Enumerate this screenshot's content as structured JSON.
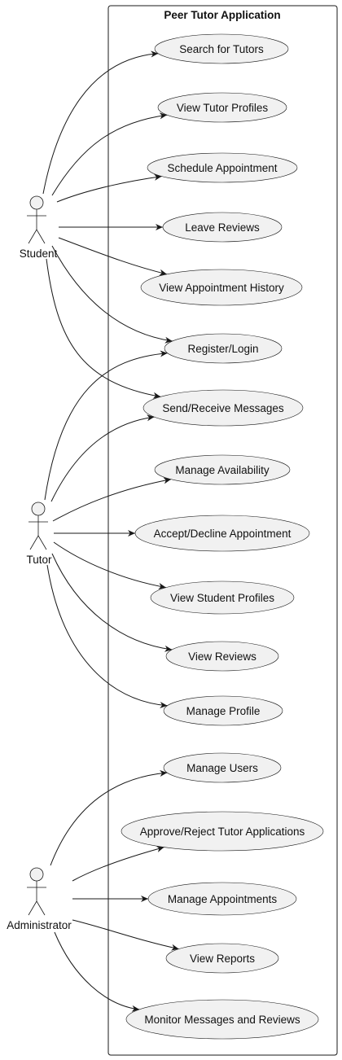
{
  "diagram": {
    "title": "Peer Tutor Application",
    "actors": [
      {
        "id": "student",
        "label": "Student"
      },
      {
        "id": "tutor",
        "label": "Tutor"
      },
      {
        "id": "admin",
        "label": "Administrator"
      }
    ],
    "use_cases": [
      {
        "id": "search_tutors",
        "label": "Search for Tutors"
      },
      {
        "id": "view_tutor_profiles",
        "label": "View Tutor Profiles"
      },
      {
        "id": "schedule_appointment",
        "label": "Schedule Appointment"
      },
      {
        "id": "leave_reviews",
        "label": "Leave Reviews"
      },
      {
        "id": "view_appointment_history",
        "label": "View Appointment History"
      },
      {
        "id": "register_login",
        "label": "Register/Login"
      },
      {
        "id": "send_receive_messages",
        "label": "Send/Receive Messages"
      },
      {
        "id": "manage_availability",
        "label": "Manage Availability"
      },
      {
        "id": "accept_decline_appointment",
        "label": "Accept/Decline Appointment"
      },
      {
        "id": "view_student_profiles",
        "label": "View Student Profiles"
      },
      {
        "id": "view_reviews",
        "label": "View Reviews"
      },
      {
        "id": "manage_profile",
        "label": "Manage Profile"
      },
      {
        "id": "manage_users",
        "label": "Manage Users"
      },
      {
        "id": "approve_reject_tutor_applications",
        "label": "Approve/Reject Tutor Applications"
      },
      {
        "id": "manage_appointments",
        "label": "Manage Appointments"
      },
      {
        "id": "view_reports",
        "label": "View Reports"
      },
      {
        "id": "monitor_messages_reviews",
        "label": "Monitor Messages and Reviews"
      }
    ],
    "associations": [
      {
        "from": "student",
        "to": "search_tutors"
      },
      {
        "from": "student",
        "to": "view_tutor_profiles"
      },
      {
        "from": "student",
        "to": "schedule_appointment"
      },
      {
        "from": "student",
        "to": "leave_reviews"
      },
      {
        "from": "student",
        "to": "view_appointment_history"
      },
      {
        "from": "student",
        "to": "register_login"
      },
      {
        "from": "student",
        "to": "send_receive_messages"
      },
      {
        "from": "tutor",
        "to": "register_login"
      },
      {
        "from": "tutor",
        "to": "send_receive_messages"
      },
      {
        "from": "tutor",
        "to": "manage_availability"
      },
      {
        "from": "tutor",
        "to": "accept_decline_appointment"
      },
      {
        "from": "tutor",
        "to": "view_student_profiles"
      },
      {
        "from": "tutor",
        "to": "view_reviews"
      },
      {
        "from": "tutor",
        "to": "manage_profile"
      },
      {
        "from": "admin",
        "to": "manage_users"
      },
      {
        "from": "admin",
        "to": "approve_reject_tutor_applications"
      },
      {
        "from": "admin",
        "to": "manage_appointments"
      },
      {
        "from": "admin",
        "to": "view_reports"
      },
      {
        "from": "admin",
        "to": "monitor_messages_reviews"
      }
    ]
  }
}
